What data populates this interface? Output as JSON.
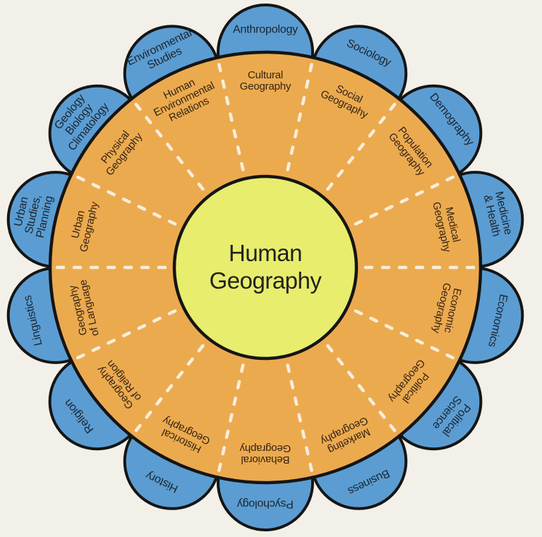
{
  "diagram": {
    "title": "Human Geography wheel of subfields and related disciplines",
    "center": {
      "lines": [
        "Human",
        "Geography"
      ]
    },
    "segments": [
      {
        "id": "anthropology",
        "petal": [
          "Anthropology"
        ],
        "sector": [
          "Cultural",
          "Geography"
        ]
      },
      {
        "id": "sociology",
        "petal": [
          "Sociology"
        ],
        "sector": [
          "Social",
          "Geography"
        ]
      },
      {
        "id": "demography",
        "petal": [
          "Demography"
        ],
        "sector": [
          "Population",
          "Geography"
        ]
      },
      {
        "id": "medicine-health",
        "petal": [
          "Medicine",
          "& Health"
        ],
        "sector": [
          "Medical",
          "Geography"
        ]
      },
      {
        "id": "economics",
        "petal": [
          "Economics"
        ],
        "sector": [
          "Economic",
          "Geography"
        ]
      },
      {
        "id": "political-science",
        "petal": [
          "Political",
          "Science"
        ],
        "sector": [
          "Political",
          "Geography"
        ]
      },
      {
        "id": "business",
        "petal": [
          "Business"
        ],
        "sector": [
          "Marketing",
          "Geography"
        ]
      },
      {
        "id": "psychology",
        "petal": [
          "Psychology"
        ],
        "sector": [
          "Behavioral",
          "Geography"
        ]
      },
      {
        "id": "history",
        "petal": [
          "History"
        ],
        "sector": [
          "Historical",
          "Geography"
        ]
      },
      {
        "id": "religion",
        "petal": [
          "Religion"
        ],
        "sector": [
          "Geography",
          "of Religion"
        ]
      },
      {
        "id": "linguistics",
        "petal": [
          "Linguistics"
        ],
        "sector": [
          "Geography",
          "of Language"
        ]
      },
      {
        "id": "urban-studies",
        "petal": [
          "Urban",
          "Studies,",
          "Planning"
        ],
        "sector": [
          "Urban",
          "Geography"
        ]
      },
      {
        "id": "geology",
        "petal": [
          "Geology",
          "Biology",
          "Climatology"
        ],
        "sector": [
          "Physical",
          "Geography"
        ]
      },
      {
        "id": "environmental-studies",
        "petal": [
          "Environmental",
          "Studies"
        ],
        "sector": [
          "Human",
          "Environmental",
          "Relations"
        ]
      }
    ],
    "colors": {
      "background": "#f2f0e9",
      "petal_blue": "#5b9dd2",
      "ring_orange": "#ecaa4f",
      "center_yellow": "#e8ed6d",
      "outline_black": "#151515",
      "divider_dash": "#f8eedb",
      "petal_text": "#1c2430",
      "sector_text": "#332413",
      "center_text": "#22221c"
    }
  }
}
